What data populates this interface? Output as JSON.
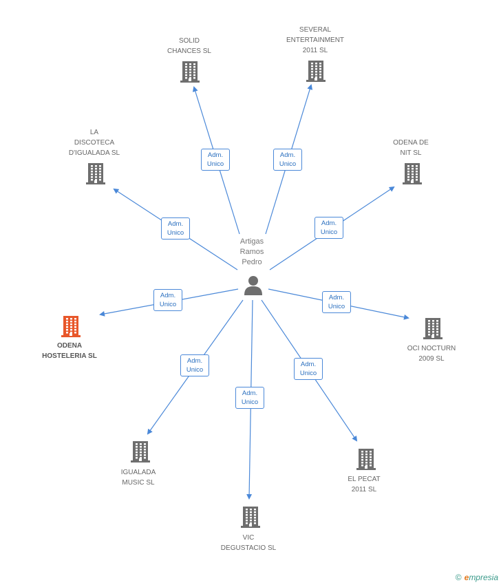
{
  "center": {
    "label": "Artigas\nRamos\nPedro",
    "icon": "person-icon"
  },
  "relation_label": {
    "line1": "Adm.",
    "line2": "Unico"
  },
  "companies": [
    {
      "id": "solid",
      "label": "SOLID\nCHANCES SL",
      "icon": "building-icon",
      "highlight": false
    },
    {
      "id": "several",
      "label": "SEVERAL\nENTERTAINMENT\n2011 SL",
      "icon": "building-icon",
      "highlight": false
    },
    {
      "id": "discoteca",
      "label": "LA\nDISCOTECA\nD'IGUALADA SL",
      "icon": "building-icon",
      "highlight": false
    },
    {
      "id": "nit",
      "label": "ODENA DE\nNIT SL",
      "icon": "building-icon",
      "highlight": false
    },
    {
      "id": "odena",
      "label": "ODENA\nHOSTELERIA SL",
      "icon": "building-icon",
      "highlight": true
    },
    {
      "id": "oci",
      "label": "OCI NOCTURN\n2009 SL",
      "icon": "building-icon",
      "highlight": false
    },
    {
      "id": "igualada",
      "label": "IGUALADA\nMUSIC  SL",
      "icon": "building-icon",
      "highlight": false
    },
    {
      "id": "vic",
      "label": "VIC\nDEGUSTACIO SL",
      "icon": "building-icon",
      "highlight": false
    },
    {
      "id": "pecat",
      "label": "EL PECAT\n2011 SL",
      "icon": "building-icon",
      "highlight": false
    }
  ],
  "colors": {
    "edge": "#4a88d8",
    "building": "#6e6e6e",
    "building_highlight": "#e8572a"
  },
  "footer": {
    "copyright": "©",
    "brand_initial": "e",
    "brand_rest": "mpresia"
  }
}
